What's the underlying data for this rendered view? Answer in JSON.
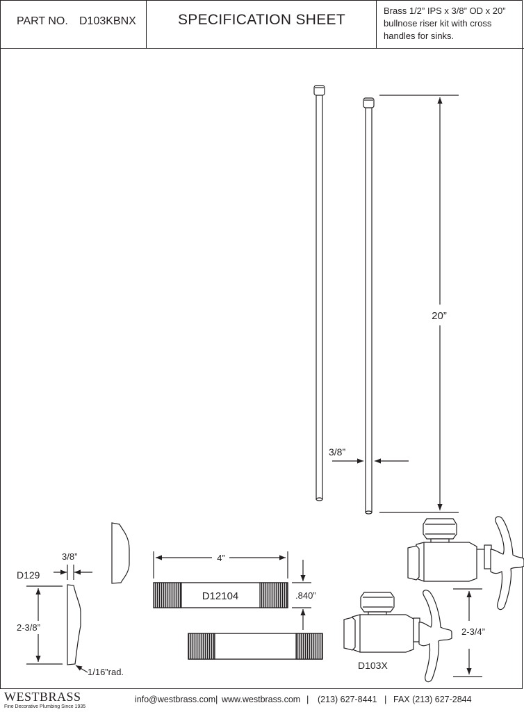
{
  "header": {
    "part_label": "PART NO.",
    "part_number": "D103KBNX",
    "title": "SPECIFICATION SHEET",
    "description_lines": [
      "Brass 1/2” IPS x 3/8” OD x 20”",
      "bullnose riser kit with cross",
      "handles for sinks."
    ]
  },
  "drawing": {
    "riser_length": "20”",
    "riser_diameter": "3/8”",
    "flange_part": "D129",
    "flange_width": "3/8”",
    "flange_height": "2-3/8”",
    "flange_radius": "1/16”rad.",
    "nipple_part": "D12104",
    "nipple_length": "4”",
    "nipple_diameter": ".840”",
    "valve_part": "D103X",
    "valve_height": "2-3/4”"
  },
  "footer": {
    "brand": "WESTBRASS",
    "tagline": "Fine Decorative Plumbing Since 1935",
    "email": "info@westbrass.com",
    "website": "www.westbrass.com",
    "phone": "(213) 627-8441",
    "fax": "FAX (213) 627-2844",
    "separator": "|"
  },
  "colors": {
    "ink": "#231f20",
    "paper": "#ffffff"
  }
}
